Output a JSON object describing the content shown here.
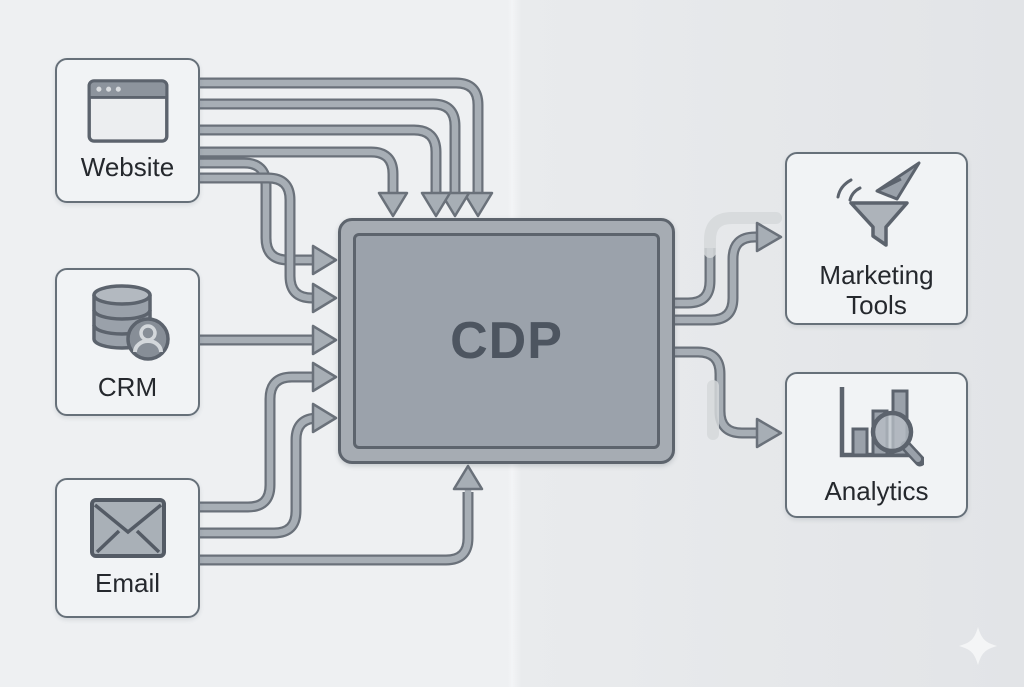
{
  "diagram": {
    "hub": {
      "label": "CDP",
      "icon": null
    },
    "sources": [
      {
        "label": "Website",
        "icon": "browser-window-icon"
      },
      {
        "label": "CRM",
        "icon": "database-user-icon"
      },
      {
        "label": "Email",
        "icon": "envelope-icon"
      }
    ],
    "destinations": [
      {
        "label": "Marketing Tools",
        "icon": "funnel-paper-plane-icon"
      },
      {
        "label": "Analytics",
        "icon": "bar-chart-magnifier-icon"
      }
    ],
    "flows": [
      "website-to-cdp-top-1",
      "website-to-cdp-top-2",
      "website-to-cdp-top-3",
      "website-to-cdp-top-4",
      "website-to-cdp-left-1",
      "website-to-cdp-left-2",
      "crm-to-cdp-left",
      "email-to-cdp-left-1",
      "email-to-cdp-left-2",
      "email-to-cdp-bottom",
      "cdp-to-marketing-faded",
      "cdp-to-marketing",
      "cdp-to-analytics"
    ],
    "colors": {
      "background_left": "#eef0f2",
      "background_right": "#e9ebed",
      "node_fill": "#f1f3f5",
      "node_border": "#667079",
      "hub_fill": "#a6acb3",
      "hub_inner_fill": "#9ba2ab",
      "hub_border": "#5d646d",
      "hub_text": "#4d5560",
      "arrow_fill": "#a7aeb5",
      "arrow_outline": "#6a717a",
      "label_text": "#25282d",
      "ghost": "#d5d8db",
      "sparkle": "#f4f5f6"
    },
    "decorations": [
      "sparkle-icon",
      "faded-arrow-segment",
      "faded-bar-segment"
    ]
  }
}
